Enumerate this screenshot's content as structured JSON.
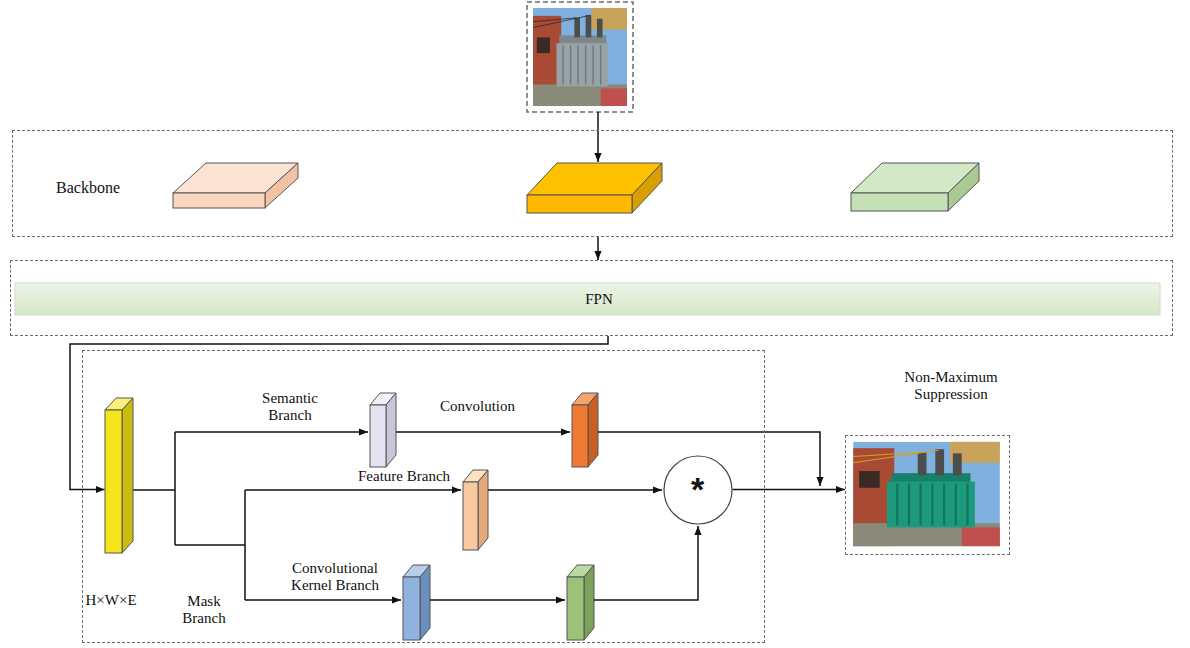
{
  "diagram": {
    "nodes": [
      {
        "text": [
          "Backbone"
        ]
      },
      {
        "text": [
          "FPN"
        ]
      },
      {
        "text": [
          "Mask Branch"
        ]
      },
      {
        "text": [
          "H×W×E"
        ],
        "in": 2
      },
      {
        "text": [
          "*"
        ],
        "in": 2
      },
      {
        "text": [
          "Non-Maximum Suppression"
        ]
      }
    ],
    "edges": [
      {
        "from": 0,
        "to": 1,
        "arrow": "to"
      },
      {
        "from": 1,
        "to": 3,
        "arrow": "to"
      },
      {
        "from": 4,
        "to": 5,
        "arrow": "to"
      }
    ],
    "labels": [
      "Semantic Branch",
      "Convolution",
      "Feature Branch",
      "Convolutional Kernel Branch"
    ]
  }
}
